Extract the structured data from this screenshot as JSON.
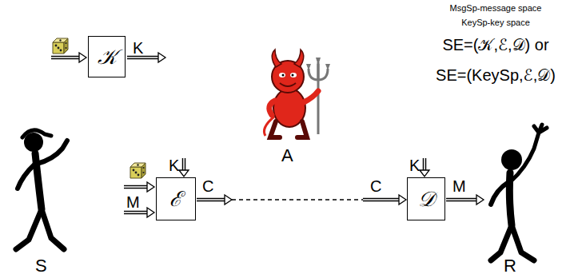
{
  "diagram": {
    "nodes": [
      {
        "text": [
          "𝒦"
        ]
      },
      {
        "text": [
          "ℰ"
        ]
      },
      {
        "text": [
          "𝒟"
        ]
      }
    ],
    "edges": [
      {
        "from": 1,
        "to": 2,
        "arrow": "to"
      }
    ],
    "labels": [
      "K",
      "MsgSp-message space",
      "KeySp-key space",
      "SE=(𝒦,ℰ,𝒟) or",
      "SE=(KeySp,ℰ,𝒟)",
      "A",
      "K",
      "M",
      "C",
      "C",
      "K",
      "M",
      "S",
      "R"
    ]
  }
}
